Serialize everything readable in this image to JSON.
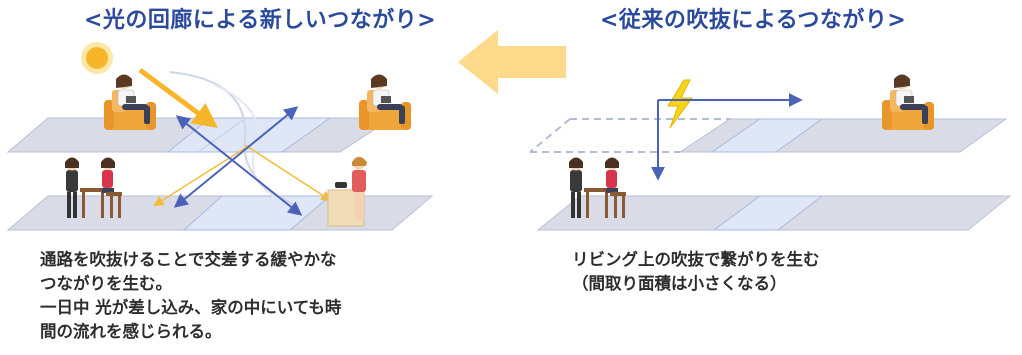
{
  "left_panel": {
    "title": "<光の回廊による新しいつながり>",
    "description_lines": [
      "通路を吹抜けることで交差する緩やかな",
      "つながりを生む。",
      "一日中 光が差し込み、家の中にいても時",
      "間の流れを感じられる。"
    ]
  },
  "right_panel": {
    "title": "<従来の吹抜によるつながり>",
    "description_lines": [
      "リビング上の吹抜で繋がりを生む",
      "（間取り面積は小さくなる）"
    ]
  },
  "colors": {
    "title": "#2b4a9c",
    "floor": "#d9dce6",
    "floor_edge": "#b8c0d8",
    "corridor": "#dfe7f7",
    "arrow_blue": "#4a62b8",
    "arrow_light": "#f2bd3a",
    "sun": "#f7b52a",
    "big_arrow": "#fcd98b",
    "lightning": "#f7d31c",
    "sofa": "#f0a53a"
  },
  "icons": [
    "sun-icon",
    "lightning-icon",
    "transfer-arrow-icon",
    "person-sofa-icon",
    "person-table-icon",
    "person-kitchen-icon"
  ]
}
